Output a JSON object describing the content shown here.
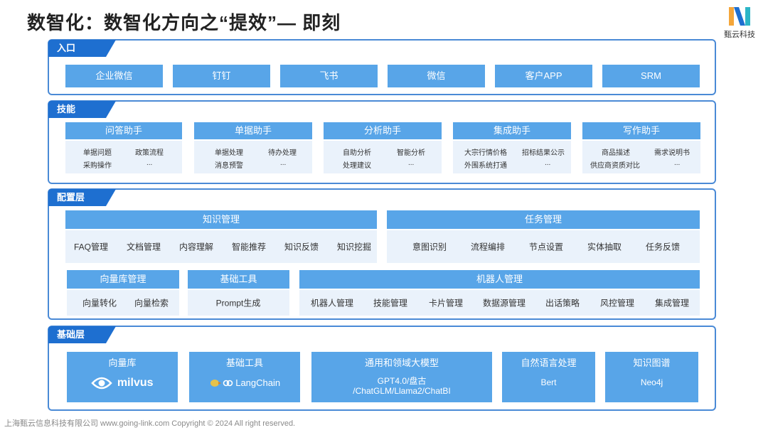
{
  "title": "数智化：数智化方向之“提效”— 即刻",
  "logo": {
    "text": "甄云科技"
  },
  "entry": {
    "tag": "入口",
    "items": [
      "企业微信",
      "钉钉",
      "飞书",
      "微信",
      "客户APP",
      "SRM"
    ]
  },
  "skills": {
    "tag": "技能",
    "groups": [
      {
        "name": "问答助手",
        "items": [
          "单据问题",
          "政策流程",
          "采购操作",
          "..."
        ]
      },
      {
        "name": "单据助手",
        "items": [
          "单据处理",
          "待办处理",
          "消息预警",
          "..."
        ]
      },
      {
        "name": "分析助手",
        "items": [
          "自助分析",
          "智能分析",
          "处理建议",
          "..."
        ]
      },
      {
        "name": "集成助手",
        "items": [
          "大宗行情价格",
          "招标结果公示",
          "外围系统打通",
          "..."
        ]
      },
      {
        "name": "写作助手",
        "items": [
          "商品描述",
          "需求说明书",
          "供应商资质对比",
          "..."
        ]
      }
    ]
  },
  "config": {
    "tag": "配置层",
    "knowledge": {
      "name": "知识管理",
      "items": [
        "FAQ管理",
        "文档管理",
        "内容理解",
        "智能推荐",
        "知识反馈",
        "知识挖掘"
      ]
    },
    "task": {
      "name": "任务管理",
      "items": [
        "意图识别",
        "流程编排",
        "节点设置",
        "实体抽取",
        "任务反馈"
      ]
    },
    "vector": {
      "name": "向量库管理",
      "items": [
        "向量转化",
        "向量检索"
      ]
    },
    "tools": {
      "name": "基础工具",
      "items": [
        "Prompt生成"
      ]
    },
    "robot": {
      "name": "机器人管理",
      "items": [
        "机器人管理",
        "技能管理",
        "卡片管理",
        "数据源管理",
        "出话策略",
        "风控管理",
        "集成管理"
      ]
    }
  },
  "base": {
    "tag": "基础层",
    "vector_db": {
      "name": "向量库",
      "logo_text": "milvus"
    },
    "tools": {
      "name": "基础工具",
      "logo_text": "LangChain"
    },
    "llm": {
      "name": "通用和领域大模型",
      "line1": "GPT4.0/盘古",
      "line2": "/ChatGLM/Llama2/ChatBI"
    },
    "nlp": {
      "name": "自然语言处理",
      "content": "Bert"
    },
    "kg": {
      "name": "知识图谱",
      "content": "Neo4j"
    }
  },
  "footer": "上海甄云信息科技有限公司   www.going-link.com    Copyright © 2024 All right reserved.",
  "colors": {
    "accent": "#1e6fd0",
    "box": "#58a5e8",
    "light": "#eaf2fb",
    "border": "#4a8ad6"
  }
}
